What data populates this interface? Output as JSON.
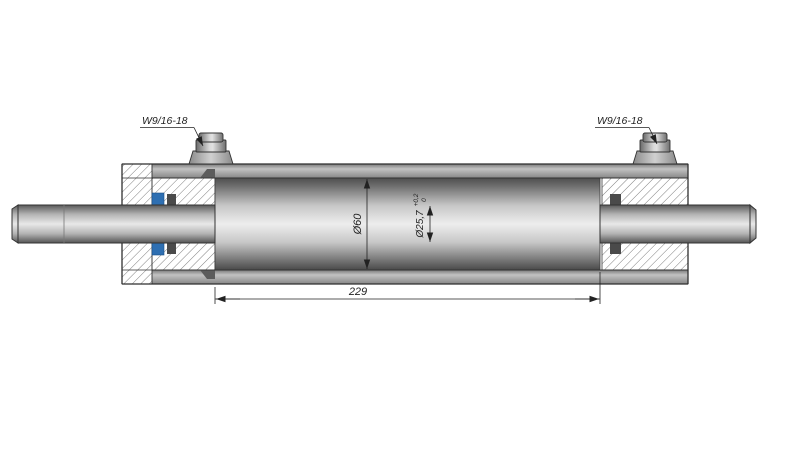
{
  "annotations": {
    "left_port_thread": "W9/16-18",
    "right_port_thread": "W9/16-18",
    "bore_diameter": "Ø60",
    "rod_diameter": "Ø25,7",
    "rod_tol_upper": "+0,2",
    "rod_tol_lower": "0",
    "body_length": "229"
  },
  "colors": {
    "outline": "#2f2f2f",
    "dimension": "#222222",
    "seal": "#2e6fb2",
    "background": "#ffffff"
  }
}
